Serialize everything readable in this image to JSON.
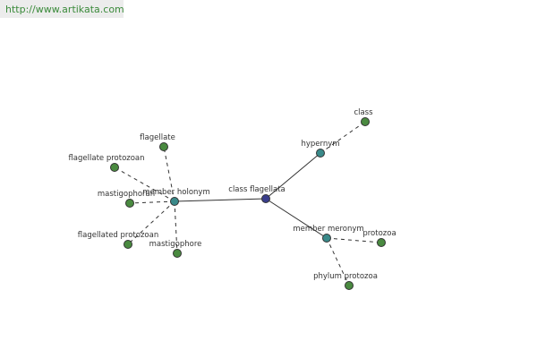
{
  "header": {
    "url": "http://www.artikata.com"
  },
  "colors": {
    "center": "#3a3e8c",
    "relation": "#3a8a8a",
    "leaf": "#4a8a40",
    "edge": "#333333"
  },
  "graph": {
    "nodes": [
      {
        "id": "class-flagellata",
        "label": "class flagellata",
        "kind": "center"
      },
      {
        "id": "hypernym",
        "label": "hypernym",
        "kind": "relation"
      },
      {
        "id": "class",
        "label": "class",
        "kind": "leaf"
      },
      {
        "id": "member-holonym",
        "label": "member holonym",
        "kind": "relation"
      },
      {
        "id": "flagellate",
        "label": "flagellate",
        "kind": "leaf"
      },
      {
        "id": "flagellate-protozoan",
        "label": "flagellate protozoan",
        "kind": "leaf"
      },
      {
        "id": "mastigophoran",
        "label": "mastigophoran",
        "kind": "leaf"
      },
      {
        "id": "flagellated-protozoan",
        "label": "flagellated protozoan",
        "kind": "leaf"
      },
      {
        "id": "mastigophore",
        "label": "mastigophore",
        "kind": "leaf"
      },
      {
        "id": "member-meronym",
        "label": "member meronym",
        "kind": "relation"
      },
      {
        "id": "protozoa",
        "label": "protozoa",
        "kind": "leaf"
      },
      {
        "id": "phylum-protozoa",
        "label": "phylum protozoa",
        "kind": "leaf"
      }
    ],
    "edges": [
      {
        "from": "class-flagellata",
        "to": "hypernym",
        "style": "solid"
      },
      {
        "from": "class-flagellata",
        "to": "member-holonym",
        "style": "solid"
      },
      {
        "from": "class-flagellata",
        "to": "member-meronym",
        "style": "solid"
      },
      {
        "from": "hypernym",
        "to": "class",
        "style": "dashed"
      },
      {
        "from": "member-holonym",
        "to": "flagellate",
        "style": "dashed"
      },
      {
        "from": "member-holonym",
        "to": "flagellate-protozoan",
        "style": "dashed"
      },
      {
        "from": "member-holonym",
        "to": "mastigophoran",
        "style": "dashed"
      },
      {
        "from": "member-holonym",
        "to": "flagellated-protozoan",
        "style": "dashed"
      },
      {
        "from": "member-holonym",
        "to": "mastigophore",
        "style": "dashed"
      },
      {
        "from": "member-meronym",
        "to": "protozoa",
        "style": "dashed"
      },
      {
        "from": "member-meronym",
        "to": "phylum-protozoa",
        "style": "dashed"
      }
    ]
  }
}
